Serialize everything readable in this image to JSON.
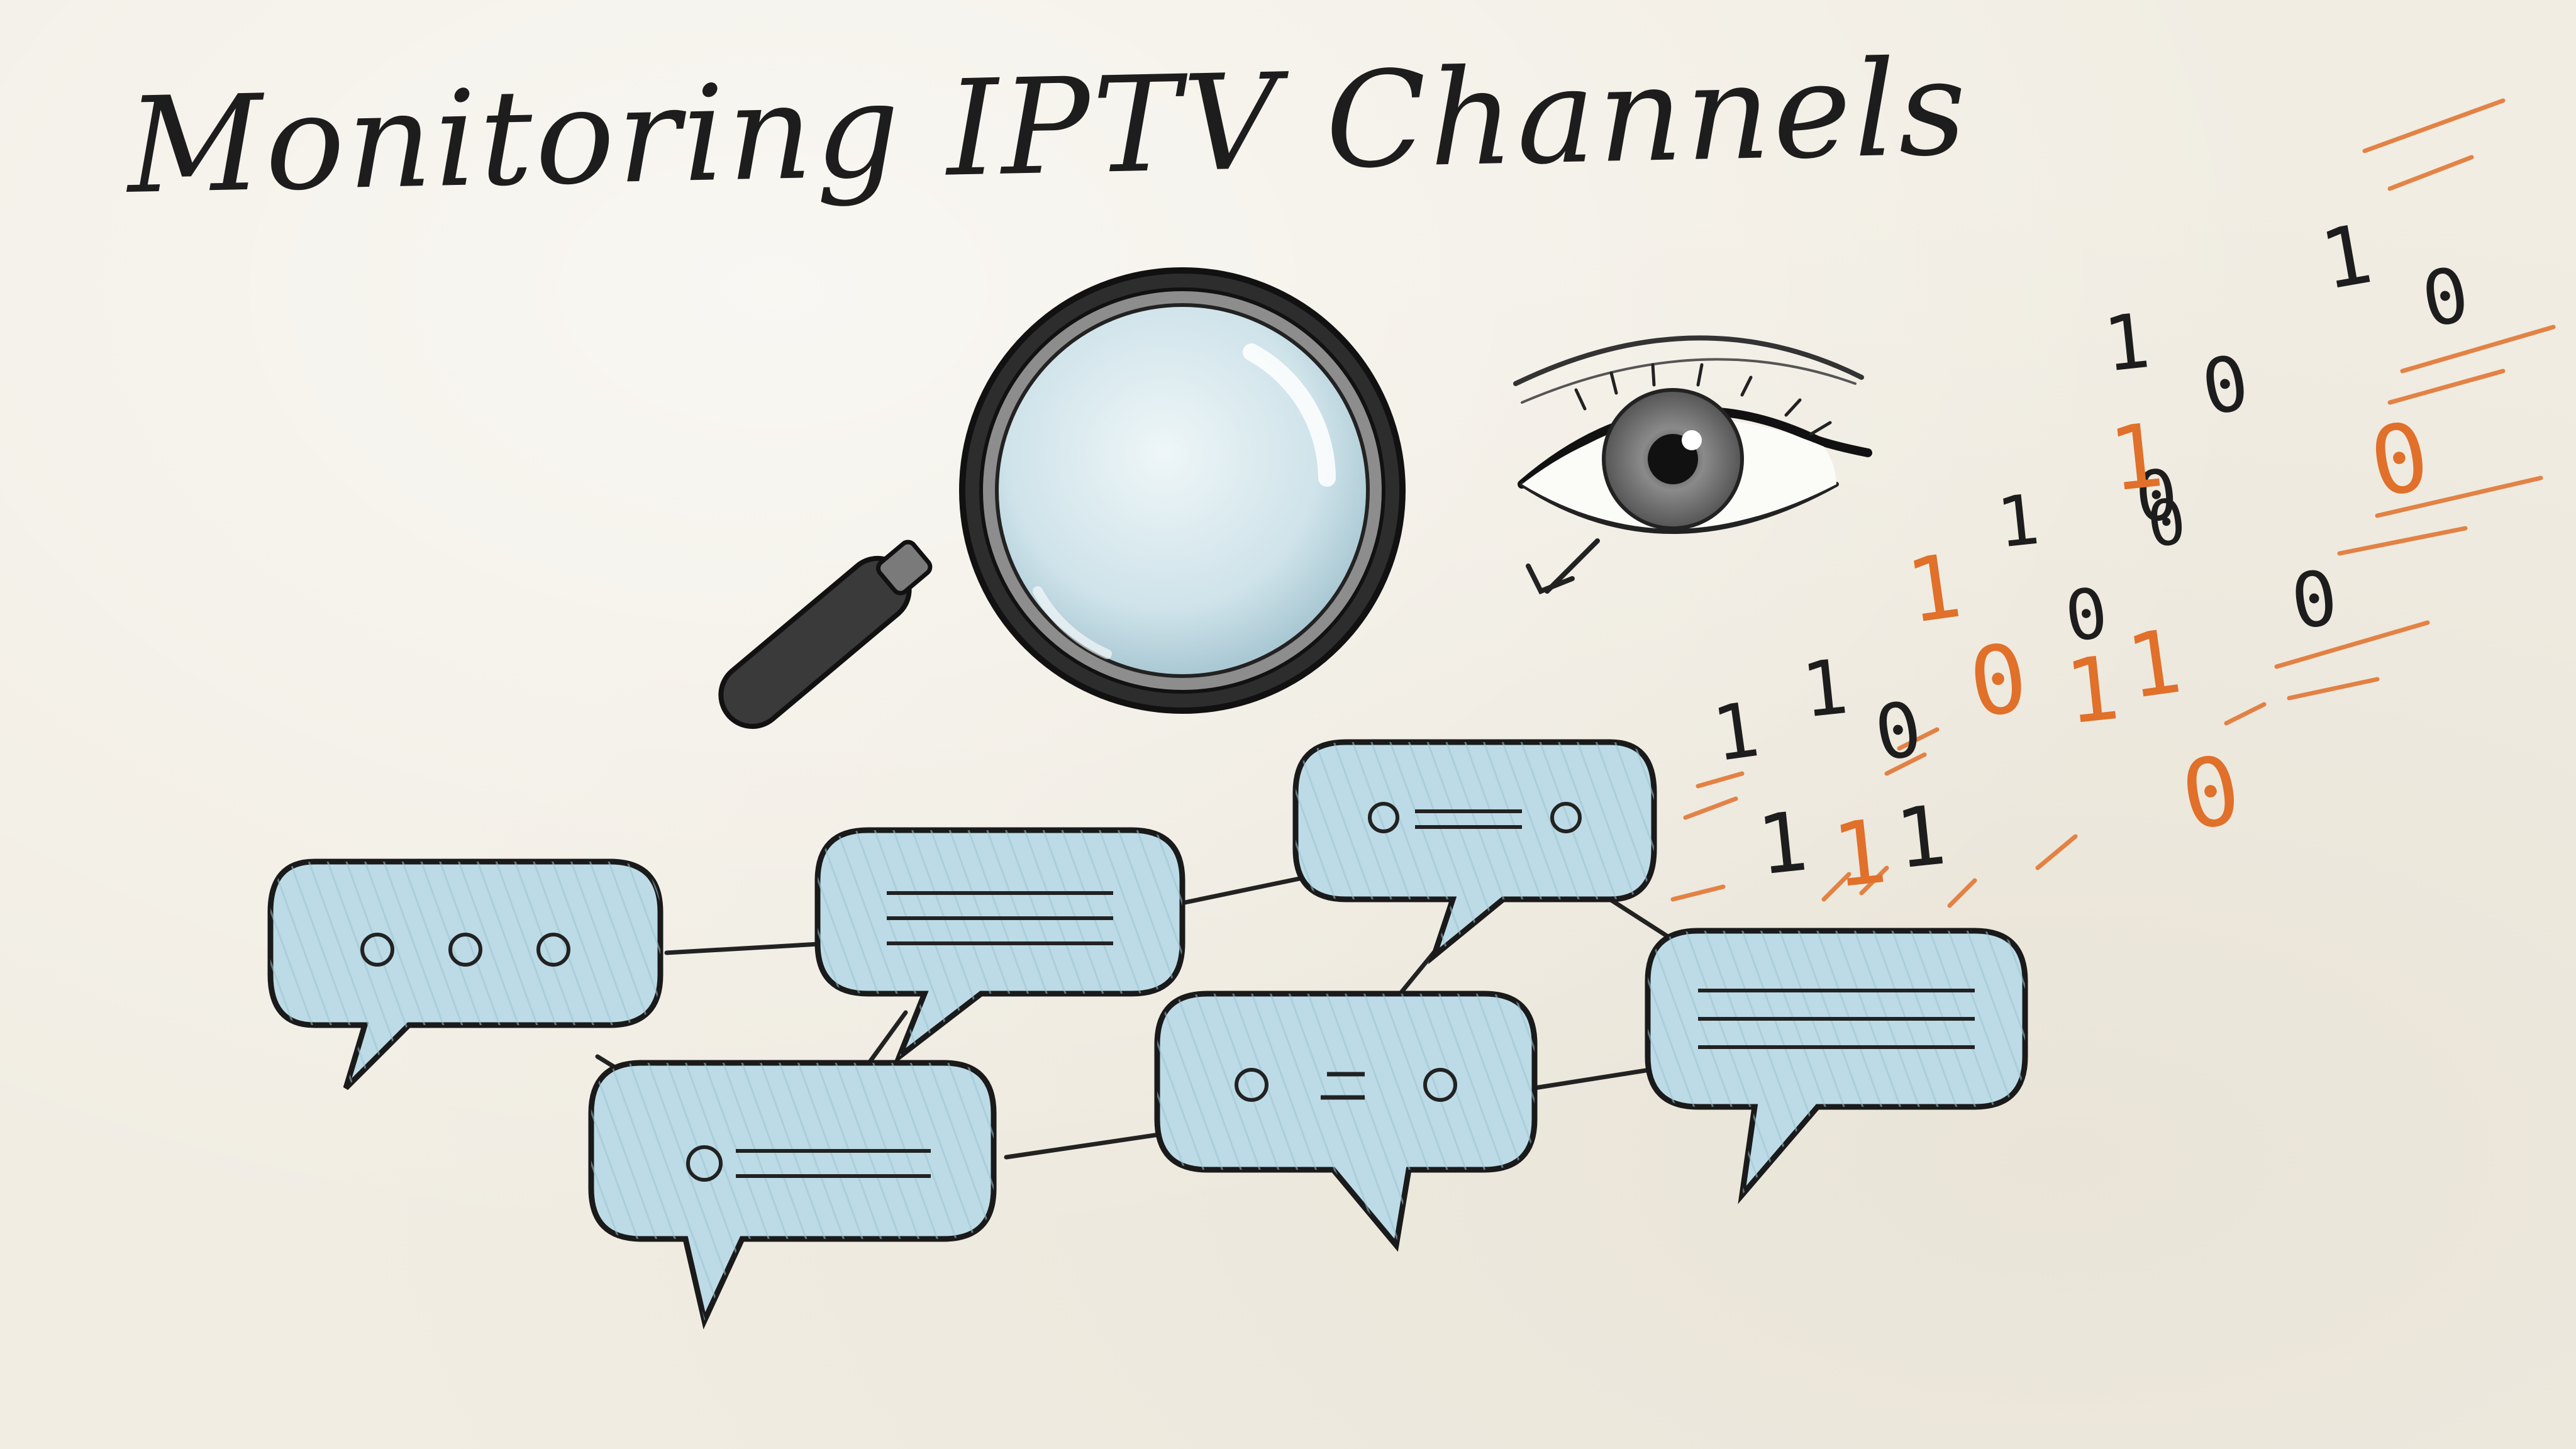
{
  "title": "Monitoring IPTV Channels",
  "colors": {
    "background": "#f1ede3",
    "ink": "#1d1d1d",
    "bubble_fill": "#bcdbe6",
    "accent_orange": "#e0702a",
    "lens_fill": "#d6e8ee"
  },
  "icons": [
    "magnifying-glass-icon",
    "eye-icon",
    "speech-bubble-icon"
  ],
  "binary_stream": {
    "digits": [
      {
        "char": "1",
        "color": "ink"
      },
      {
        "char": "1",
        "color": "ink"
      },
      {
        "char": "0",
        "color": "ink"
      },
      {
        "char": "1",
        "color": "ink"
      },
      {
        "char": "0",
        "color": "ink"
      },
      {
        "char": "0",
        "color": "ink"
      },
      {
        "char": "1",
        "color": "ink"
      },
      {
        "char": "1",
        "color": "orange"
      },
      {
        "char": "0",
        "color": "orange"
      },
      {
        "char": "1",
        "color": "orange"
      },
      {
        "char": "0",
        "color": "ink"
      },
      {
        "char": "1",
        "color": "orange"
      },
      {
        "char": "0",
        "color": "orange"
      },
      {
        "char": "0",
        "color": "ink"
      },
      {
        "char": "1",
        "color": "ink"
      },
      {
        "char": "1",
        "color": "ink"
      },
      {
        "char": "0",
        "color": "ink"
      },
      {
        "char": "1",
        "color": "orange"
      },
      {
        "char": "1",
        "color": "ink"
      },
      {
        "char": "1",
        "color": "orange"
      },
      {
        "char": "0",
        "color": "orange"
      },
      {
        "char": "0",
        "color": "ink"
      }
    ]
  }
}
